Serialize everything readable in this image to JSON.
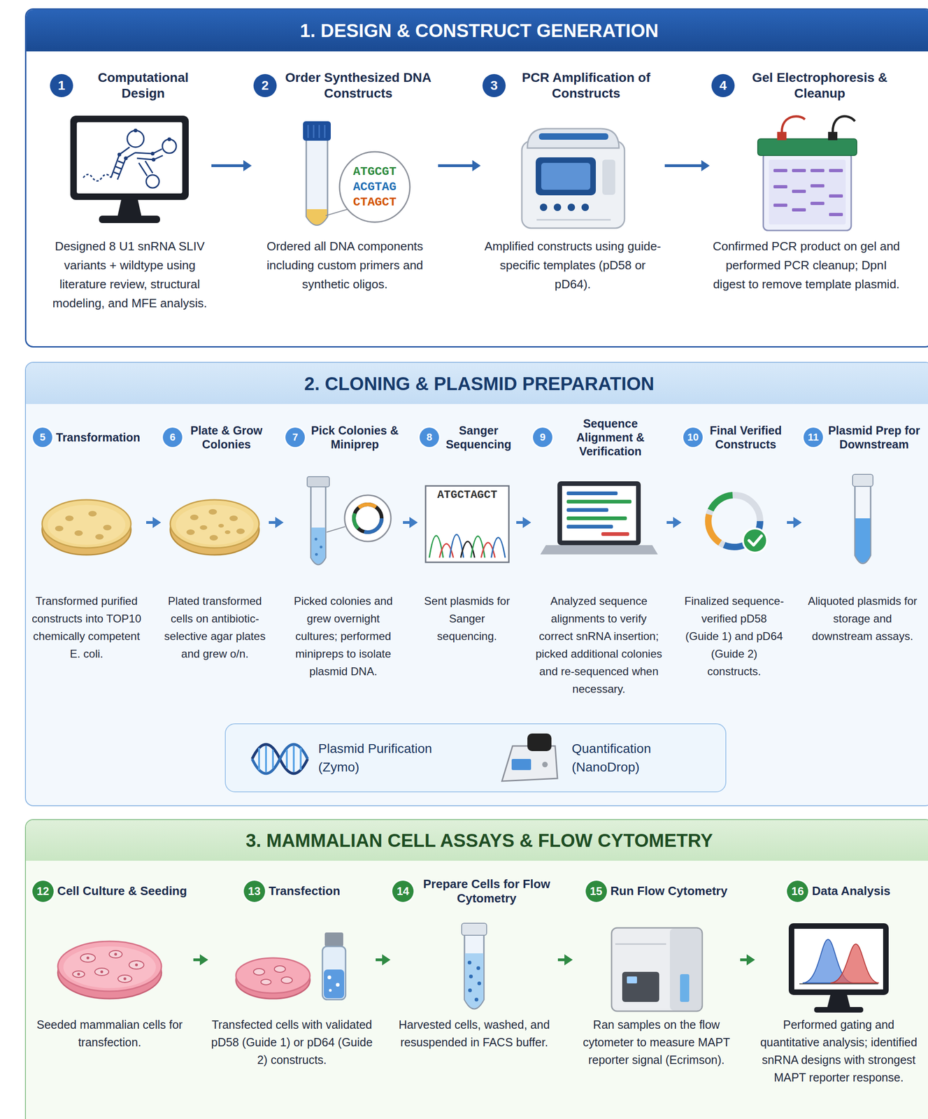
{
  "diagram": {
    "nodes": [
      {
        "text": [
          "1. DESIGN & CONSTRUCT GENERATION"
        ]
      },
      {
        "text": [
          "Computational Design",
          "Designed 8 U1 snRNA SLIV variants + wildtype using literature review, structural modeling, and MFE analysis."
        ],
        "in": 0
      },
      {
        "text": [
          "1"
        ],
        "in": 1
      },
      {
        "text": [
          "Order Synthesized DNA Constructs",
          "Ordered all DNA components including custom primers and synthetic oligos."
        ],
        "in": 0
      },
      {
        "text": [
          "2"
        ],
        "in": 3
      },
      {
        "text": [
          "PCR Amplification of Constructs",
          "Amplified constructs using guide-specific templates (pD58 or pD64)."
        ],
        "in": 0
      },
      {
        "text": [
          "3"
        ],
        "in": 5
      },
      {
        "text": [
          "Gel Electrophoresis & Cleanup",
          "Confirmed PCR product on gel and performed PCR cleanup; DpnI digest to remove template plasmid."
        ],
        "in": 0
      },
      {
        "text": [
          "4"
        ],
        "in": 7
      },
      {
        "text": [
          "2. CLONING & PLASMID PREPARATION"
        ]
      },
      {
        "text": [
          "Transformation",
          "Transformed purified constructs into TOP10 chemically competent E. coli."
        ],
        "in": 9
      },
      {
        "text": [
          "5"
        ],
        "in": 10
      },
      {
        "text": [
          "Plate & Grow Colonies",
          "Plated transformed cells on antibiotic-selective agar plates and grew o/n."
        ],
        "in": 9
      },
      {
        "text": [
          "6"
        ],
        "in": 12
      },
      {
        "text": [
          "Pick Colonies & Miniprep",
          "Picked colonies and grew overnight cultures; performed minipreps to isolate plasmid DNA."
        ],
        "in": 9
      },
      {
        "text": [
          "7"
        ],
        "in": 14
      },
      {
        "text": [
          "Sanger Sequencing",
          "Sent plasmids for Sanger sequencing."
        ],
        "in": 9
      },
      {
        "text": [
          "8"
        ],
        "in": 16
      },
      {
        "text": [
          "Sequence Alignment & Verification",
          "Analyzed sequence alignments to verify correct snRNA insertion; picked additional colonies and re-sequenced when necessary."
        ],
        "in": 9
      },
      {
        "text": [
          "9"
        ],
        "in": 18
      },
      {
        "text": [
          "Final Verified Constructs",
          "Finalized sequence-verified pD58 (Guide 1) and pD64 (Guide 2) constructs."
        ],
        "in": 9
      },
      {
        "text": [
          "10"
        ],
        "in": 20
      },
      {
        "text": [
          "Plasmid Prep for Downstream",
          "Aliquoted plasmids for storage and downstream assays."
        ],
        "in": 9
      },
      {
        "text": [
          "11"
        ],
        "in": 22
      },
      {
        "text": [
          "Plasmid Purification (Zymo)",
          "Quantification (NanoDrop)"
        ],
        "in": 9
      },
      {
        "text": [
          "3. MAMMALIAN CELL ASSAYS & FLOW CYTOMETRY"
        ]
      },
      {
        "text": [
          "Cell Culture & Seeding",
          "Seeded mammalian cells for transfection."
        ],
        "in": 25
      },
      {
        "text": [
          "12"
        ],
        "in": 26
      },
      {
        "text": [
          "Transfection",
          "Transfected cells with validated pD58 (Guide 1) or pD64 (Guide 2) constructs."
        ],
        "in": 25
      },
      {
        "text": [
          "13"
        ],
        "in": 28
      },
      {
        "text": [
          "Prepare Cells for Flow Cytometry",
          "Harvested cells, washed, and resuspended in FACS buffer."
        ],
        "in": 25
      },
      {
        "text": [
          "14"
        ],
        "in": 30
      },
      {
        "text": [
          "Run Flow Cytometry",
          "Ran samples on the flow cytometer to measure MAPT reporter signal (Ecrimson)."
        ],
        "in": 25
      },
      {
        "text": [
          "15"
        ],
        "in": 32
      },
      {
        "text": [
          "Data Analysis",
          "Performed gating and quantitative analysis; identified snRNA designs with strongest MAPT reporter response."
        ],
        "in": 25
      },
      {
        "text": [
          "16"
        ],
        "in": 34
      }
    ],
    "edges": [
      {
        "from": 1,
        "to": 3,
        "arrow": "to"
      },
      {
        "from": 3,
        "to": 5,
        "arrow": "to"
      },
      {
        "from": 5,
        "to": 7,
        "arrow": "to"
      },
      {
        "from": 10,
        "to": 12,
        "arrow": "to"
      },
      {
        "from": 12,
        "to": 14,
        "arrow": "to"
      },
      {
        "from": 14,
        "to": 16,
        "arrow": "to"
      },
      {
        "from": 16,
        "to": 18,
        "arrow": "to"
      },
      {
        "from": 18,
        "to": 20,
        "arrow": "to"
      },
      {
        "from": 20,
        "to": 22,
        "arrow": "to"
      },
      {
        "from": 26,
        "to": 28,
        "arrow": "to"
      },
      {
        "from": 28,
        "to": 30,
        "arrow": "to"
      },
      {
        "from": 30,
        "to": 32,
        "arrow": "to"
      },
      {
        "from": 32,
        "to": 34,
        "arrow": "to"
      }
    ],
    "labels": [
      "ATGCGT",
      "ACGTAG",
      "CTAGCT",
      "ATGCTAGCT"
    ]
  }
}
